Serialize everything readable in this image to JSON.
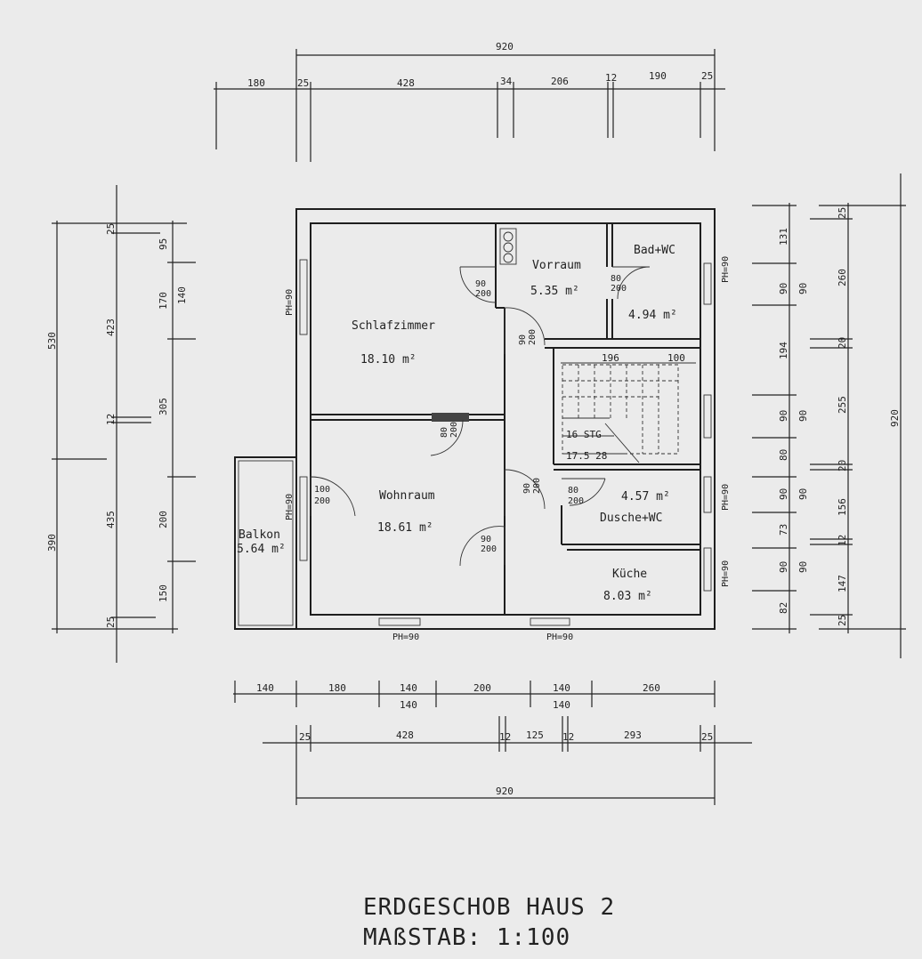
{
  "title": {
    "line1": "ERDGESCHOB HAUS 2",
    "line2": "MAßSTAB: 1:100"
  },
  "rooms": {
    "schlafzimmer": {
      "name": "Schlafzimmer",
      "area": "18.10 m²"
    },
    "wohnraum": {
      "name": "Wohnraum",
      "area": "18.61 m²"
    },
    "vorraum": {
      "name": "Vorraum",
      "area": "5.35 m²"
    },
    "bad": {
      "name": "Bad+WC",
      "area": "4.94 m²"
    },
    "dusche": {
      "name": "Dusche+WC",
      "area": "4.57 m²"
    },
    "kueche": {
      "name": "Küche",
      "area": "8.03 m²"
    },
    "balkon": {
      "name": "Balkon",
      "area": "5.64 m²"
    },
    "stairs": {
      "steps": "16 STG",
      "ratio": "17.5 28"
    }
  },
  "dimensions": {
    "top_total": "920",
    "top_segments": [
      "180",
      "25",
      "428",
      "34",
      "206",
      "12",
      "190",
      "25"
    ],
    "stair_widths": [
      "196",
      "100"
    ],
    "bottom_windows": [
      "140",
      "180",
      "140",
      "200",
      "140",
      "260"
    ],
    "bottom_window_sub": [
      "140",
      "140"
    ],
    "bottom_walls": [
      "25",
      "428",
      "12",
      "125",
      "12",
      "293",
      "25"
    ],
    "bottom_total": "920",
    "left_outer": [
      "530",
      "390"
    ],
    "left_mid": [
      "25",
      "423",
      "12",
      "435",
      "25"
    ],
    "left_inner": [
      "95",
      "170",
      "140",
      "305",
      "200",
      "150"
    ],
    "right_inner": [
      "131",
      "90",
      "90",
      "194",
      "90",
      "90",
      "80",
      "90",
      "90",
      "73",
      "90",
      "90",
      "82"
    ],
    "right_mid": [
      "25",
      "260",
      "20",
      "255",
      "20",
      "156",
      "12",
      "147",
      "25"
    ],
    "right_total": "920"
  },
  "doors": {
    "vorraum_entry": [
      "90",
      "200"
    ],
    "bad_door": [
      "80",
      "200"
    ],
    "schlaf_door": [
      "90",
      "200"
    ],
    "wall_door": [
      "80",
      "200"
    ],
    "wohn_door_top": [
      "90",
      "200"
    ],
    "wohn_door_left": [
      "100",
      "200"
    ],
    "wohn_door_bottom": [
      "90",
      "200"
    ],
    "dusche_door": [
      "80",
      "200"
    ]
  },
  "windows": {
    "ph": "PH=90"
  }
}
